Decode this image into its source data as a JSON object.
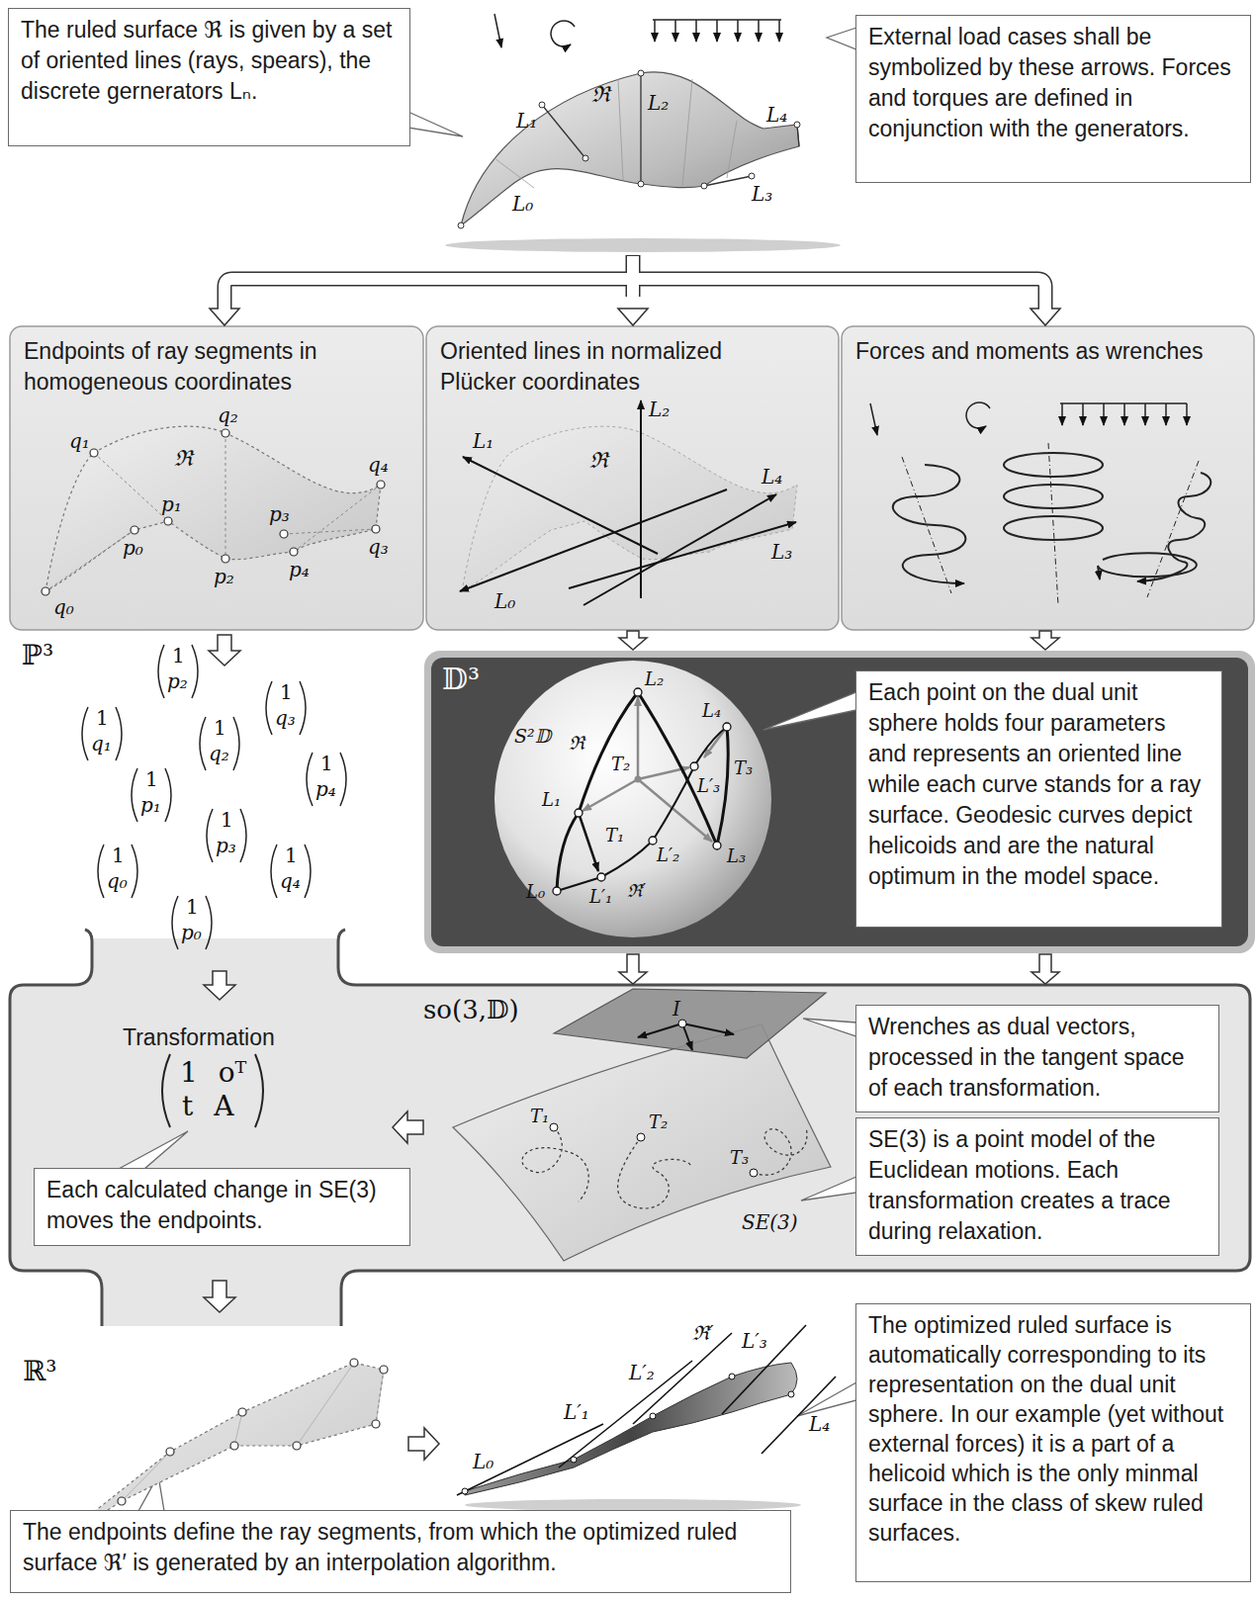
{
  "diagram": {
    "nodes": [
      {
        "text": [
          "The ruled surface ℜ is given by a set of oriented lines (rays, spears), the discrete gernerators Lₙ."
        ]
      },
      {
        "text": [
          "External load cases shall be symbolized by these arrows. Forces and torques are defined in conjunction with the generators."
        ]
      },
      {
        "text": [
          "Endpoints of ray segments in homogeneous coordinates"
        ]
      },
      {
        "text": [
          "Oriented lines in normalized Plücker coordinates"
        ]
      },
      {
        "text": [
          "Forces and moments as wrenches"
        ]
      },
      {
        "text": [
          "𝔻³"
        ]
      },
      {
        "text": [
          "Each point on the dual unit sphere holds four parameters and represents an oriented line while each curve stands for a ray surface. Geodesic curves depict helicoids and are the natural optimum in the model space."
        ],
        "in": 5
      },
      {
        "text": [
          "Transformation"
        ]
      },
      {
        "text": [
          "Each calculated change in SE(3) moves the endpoints."
        ],
        "in": 7
      },
      {
        "text": [
          "Wrenches as dual vectors, processed in the tangent space of each transformation."
        ],
        "in": 7
      },
      {
        "text": [
          "SE(3) is a point model of the Euclidean motions. Each transformation creates a trace during relaxation."
        ],
        "in": 7
      },
      {
        "text": [
          "The endpoints define the ray segments, from which the optimized ruled surface ℜ′ is generated by an interpolation algorithm."
        ]
      },
      {
        "text": [
          "The optimized ruled surface is automatically corresponding to its representation on the dual unit sphere. In our example (yet without external forces) it is a part of a helicoid which is the only minmal surface in the class of skew ruled surfaces."
        ]
      }
    ],
    "edges": [
      {
        "from": 3,
        "to": 5,
        "arrow": "to"
      },
      {
        "from": 4,
        "to": 5,
        "arrow": "to"
      },
      {
        "from": 5,
        "to": 7,
        "arrow": "to"
      },
      {
        "from": 5,
        "to": 7,
        "arrow": "to"
      }
    ],
    "labels": [
      "ℜ",
      "L₁",
      "L₂",
      "L₄",
      "L₃",
      "L₀",
      "q₁",
      "q₂",
      "ℜ",
      "q₄",
      "p₀",
      "p₁",
      "p₃",
      "q₃",
      "p₂",
      "p₄",
      "q₀",
      "L₂",
      "L₁",
      "ℜ",
      "L₄",
      "L₃",
      "L₀",
      "ℙ³",
      "1",
      "p₂",
      "1",
      "q₃",
      "1",
      "q₁",
      "1",
      "q₂",
      "1",
      "p₁",
      "1",
      "p₄",
      "1",
      "p₃",
      "1",
      "q₀",
      "1",
      "q₄",
      "1",
      "p₀",
      "S²𝔻",
      "ℜ",
      "L₂",
      "L₄",
      "L₁",
      "T₂",
      "L′₃",
      "T₃",
      "T₁",
      "L′₂",
      "L₃",
      "L₀",
      "L′₁",
      "ℜ′",
      "so(3,𝔻)",
      "I",
      "T₁",
      "T₂",
      "T₃",
      "SE(3)",
      "1 oᵀ",
      "t A",
      "ℝ³",
      "ℜ′",
      "L′₃",
      "L′₂",
      "L′₁",
      "L₀",
      "L₄"
    ]
  }
}
